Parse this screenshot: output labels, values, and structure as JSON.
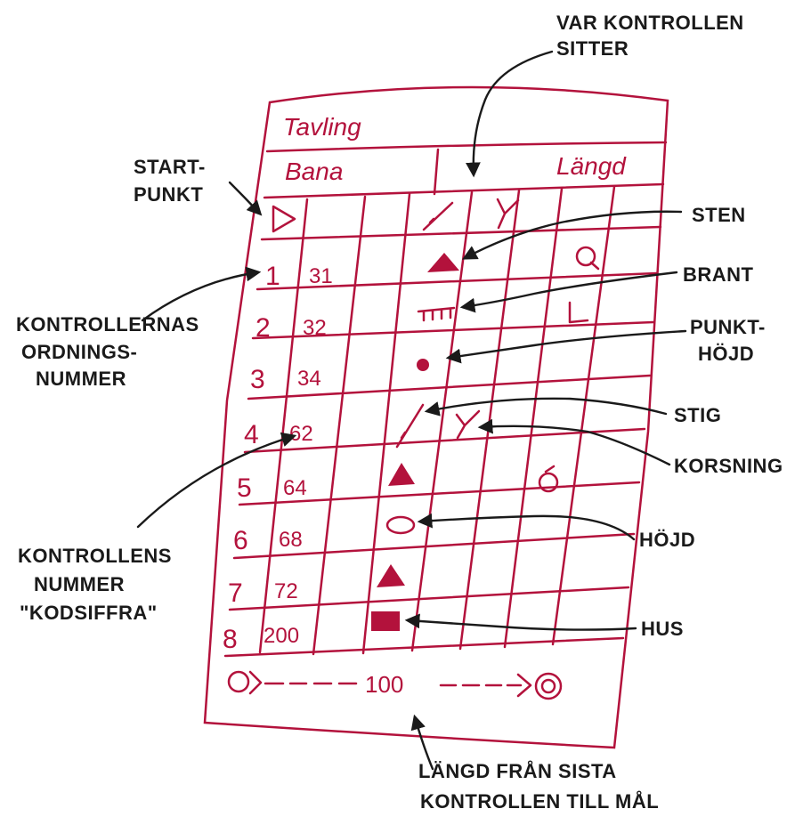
{
  "card": {
    "tavling": "Tavling",
    "bana": "Bana",
    "langd": "Längd",
    "footer_distance": "100",
    "rows": [
      {
        "order": "1",
        "code": "31"
      },
      {
        "order": "2",
        "code": "32"
      },
      {
        "order": "3",
        "code": "34"
      },
      {
        "order": "4",
        "code": "62"
      },
      {
        "order": "5",
        "code": "64"
      },
      {
        "order": "6",
        "code": "68"
      },
      {
        "order": "7",
        "code": "72"
      },
      {
        "order": "8",
        "code": "200"
      }
    ]
  },
  "annotations": {
    "var_kontrollen_1": "VAR KONTROLLEN",
    "var_kontrollen_2": "SITTER",
    "startpunkt_1": "START-",
    "startpunkt_2": "PUNKT",
    "sten": "STEN",
    "brant": "BRANT",
    "punkthojd_1": "PUNKT-",
    "punkthojd_2": "HÖJD",
    "stig": "STIG",
    "korsning": "KORSNING",
    "ordning_1": "KONTROLLERNAS",
    "ordning_2": "ORDNINGS-",
    "ordning_3": "NUMMER",
    "nummer_1": "KONTROLLENS",
    "nummer_2": "NUMMER",
    "nummer_3": "\"KODSIFFRA\"",
    "hojd": "HÖJD",
    "hus": "HUS",
    "langd_1": "LÄNGD FRÅN SISTA",
    "langd_2": "KONTROLLEN TILL MÅL"
  },
  "colors": {
    "card_red": "#b3123c",
    "ink": "#1a1a1a"
  },
  "symbols": [
    "start-triangle",
    "stone-triangle",
    "steep-slope",
    "point-height",
    "path",
    "crossing",
    "knoll",
    "house",
    "finish-circle"
  ]
}
